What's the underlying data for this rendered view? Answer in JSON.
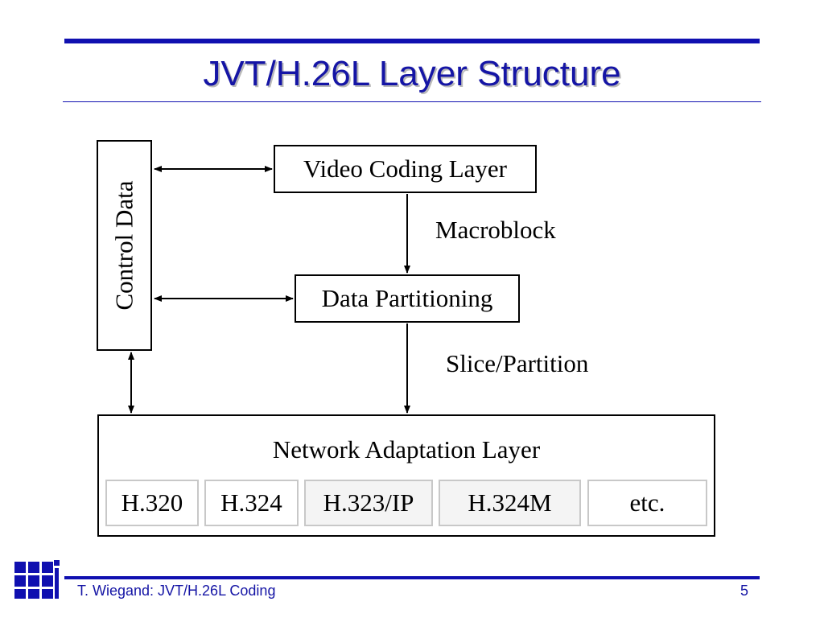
{
  "slide": {
    "title": "JVT/H.26L Layer Structure",
    "control_data": "Control Data",
    "video_coding_layer": "Video Coding Layer",
    "macroblock": "Macroblock",
    "data_partitioning": "Data Partitioning",
    "slice_partition": "Slice/Partition",
    "network_adaptation_layer": "Network Adaptation Layer",
    "protocols": [
      "H.320",
      "H.324",
      "H.323/IP",
      "H.324M",
      "etc."
    ]
  },
  "footer": {
    "text": "T. Wiegand: JVT/H.26L Coding",
    "page": "5"
  },
  "colors": {
    "accent": "#1010b0",
    "title": "#1515a5"
  }
}
